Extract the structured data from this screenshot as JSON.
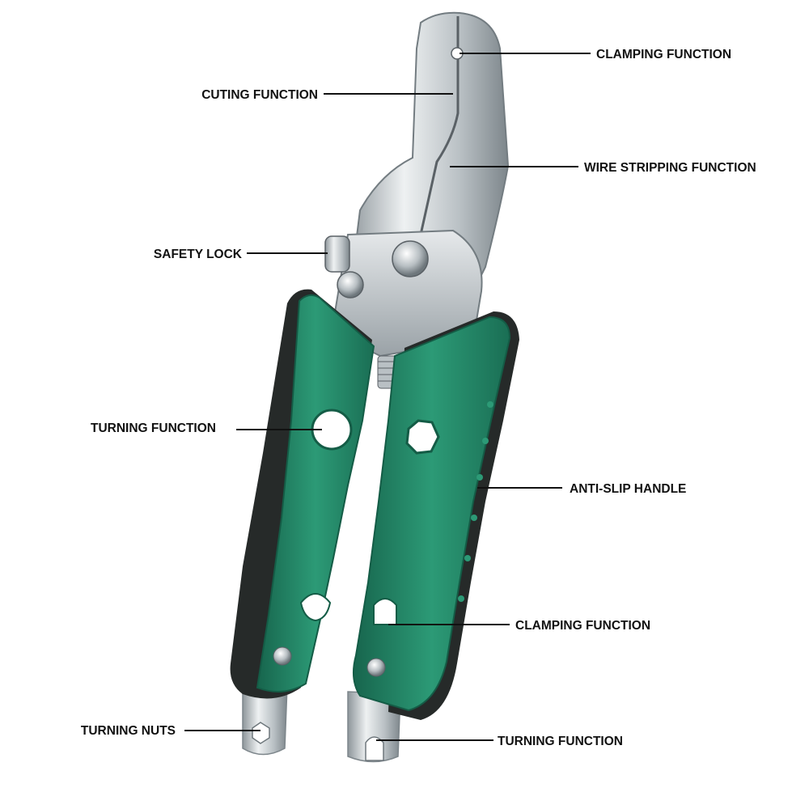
{
  "colors": {
    "handle_green": "#1f7a5e",
    "handle_green_light": "#2c9a76",
    "grip_black": "#262a29",
    "steel": "#c9ced1",
    "steel_dark": "#8e969b",
    "label_text": "#111111",
    "background": "#ffffff"
  },
  "labels": {
    "clamping_top": "CLAMPING FUNCTION",
    "cutting": "CUTING FUNCTION",
    "wire_stripping": "WIRE STRIPPING FUNCTION",
    "safety_lock": "SAFETY LOCK",
    "turning_left": "TURNING FUNCTION",
    "anti_slip": "ANTI-SLIP HANDLE",
    "clamping_bottom": "CLAMPING FUNCTION",
    "turning_nuts": "TURNING NUTS",
    "turning_bottom": "TURNING FUNCTION"
  },
  "icons": {
    "tool": "multi-function-pliers-illustration"
  }
}
